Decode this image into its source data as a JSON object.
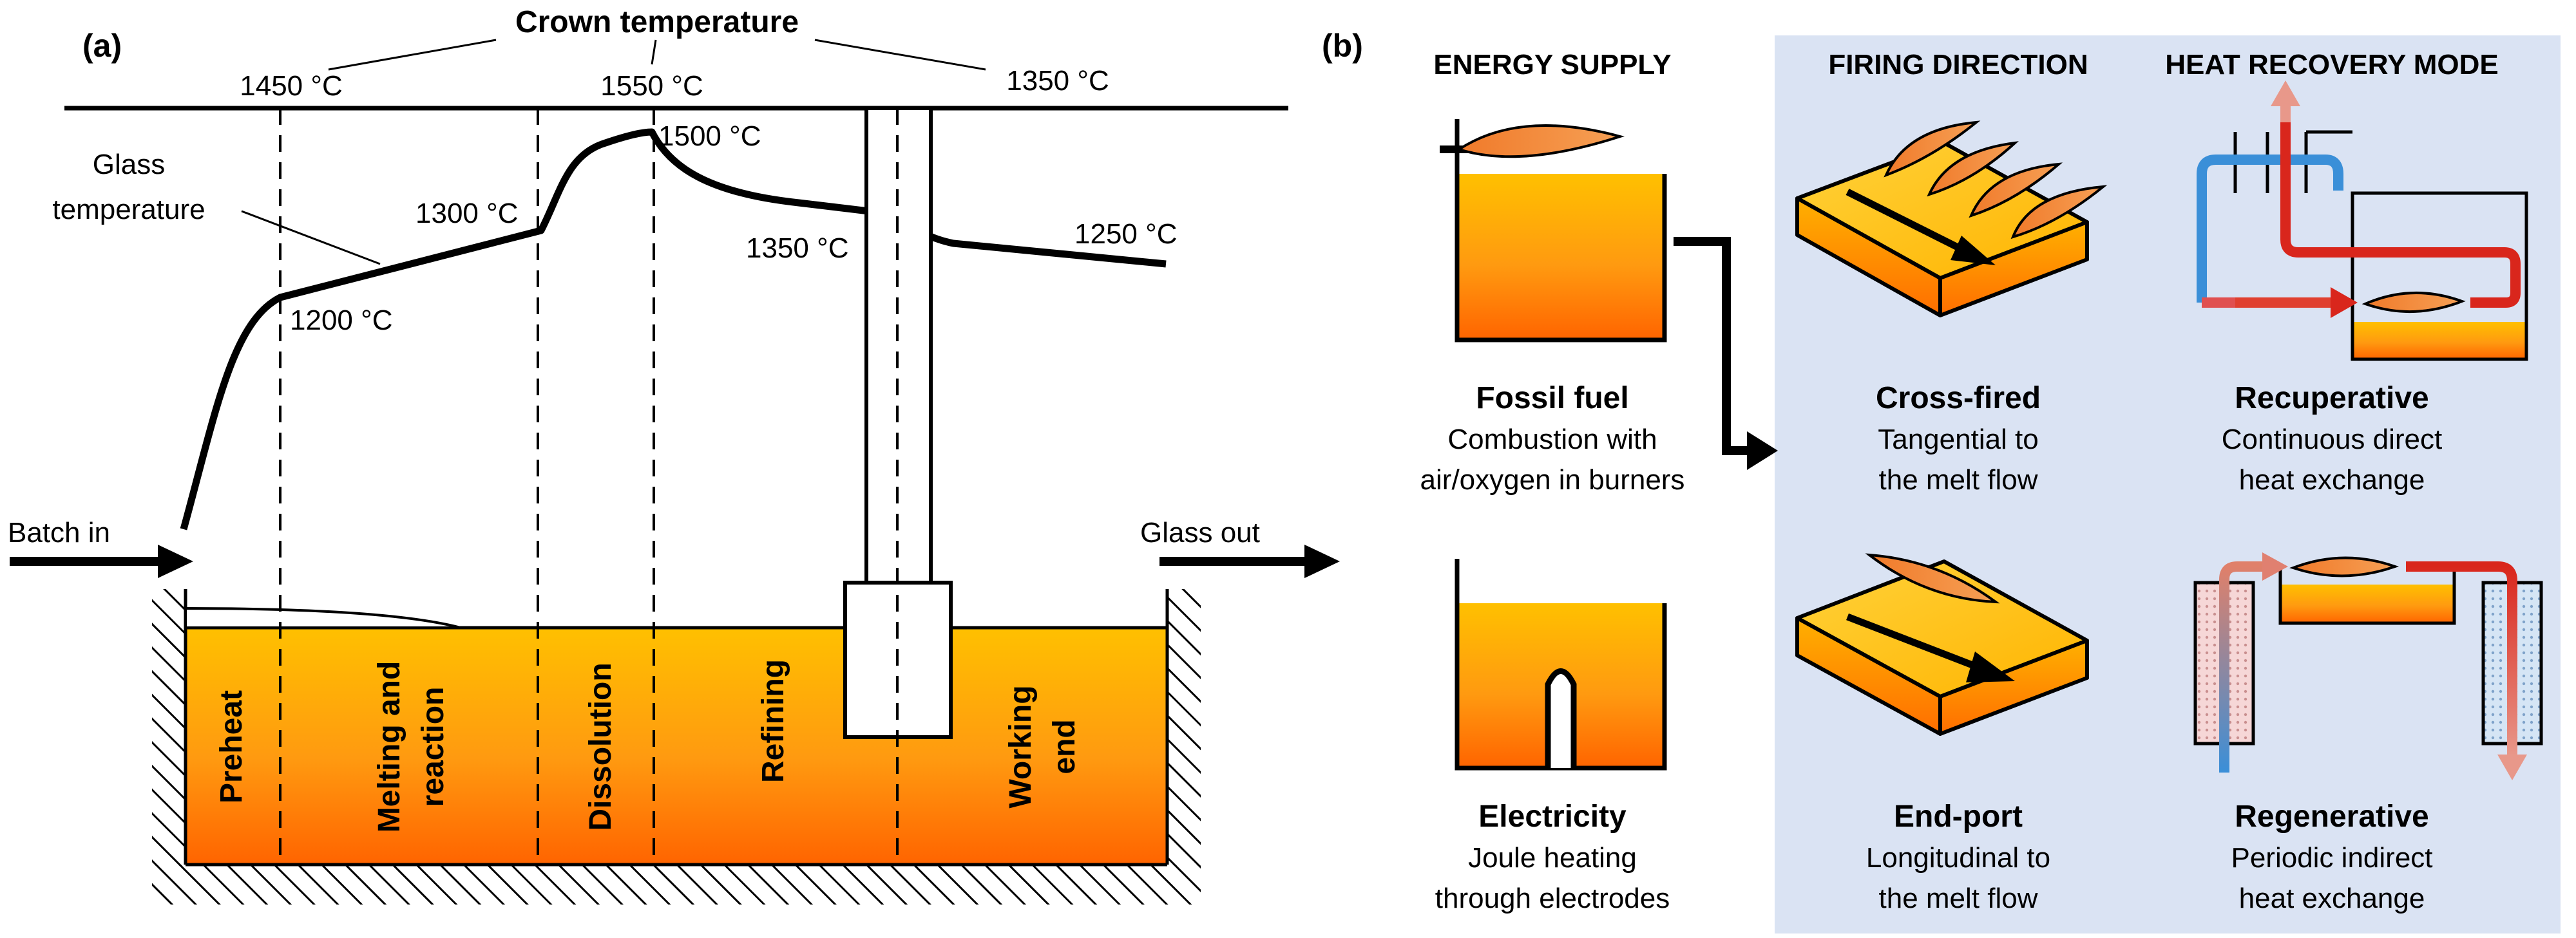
{
  "panel_a": {
    "label": "(a)",
    "crown_title": "Crown temperature",
    "crown_temps": [
      "1450 °C",
      "1550 °C",
      "1350 °C"
    ],
    "glass_label_line1": "Glass",
    "glass_label_line2": "temperature",
    "glass_temps": [
      "1200 °C",
      "1300 °C",
      "1500 °C",
      "1350 °C",
      "1250 °C"
    ],
    "batch_in": "Batch in",
    "glass_out": "Glass out",
    "zones": [
      {
        "line1": "Preheat",
        "line2": ""
      },
      {
        "line1": "Melting and",
        "line2": "reaction"
      },
      {
        "line1": "Dissolution",
        "line2": ""
      },
      {
        "line1": "Refining",
        "line2": ""
      },
      {
        "line1": "Working",
        "line2": "end"
      }
    ]
  },
  "panel_b": {
    "label": "(b)",
    "headers": {
      "energy": "ENERGY SUPPLY",
      "firing": "FIRING DIRECTION",
      "recovery": "HEAT RECOVERY MODE"
    },
    "fossil": {
      "title": "Fossil fuel",
      "line1": "Combustion with",
      "line2": "air/oxygen in burners"
    },
    "electricity": {
      "title": "Electricity",
      "line1": "Joule heating",
      "line2": "through electrodes"
    },
    "cross": {
      "title": "Cross-fired",
      "line1": "Tangential to",
      "line2": "the melt flow"
    },
    "endport": {
      "title": "End-port",
      "line1": "Longitudinal to",
      "line2": "the melt flow"
    },
    "recup": {
      "title": "Recuperative",
      "line1": "Continuous direct",
      "line2": "heat exchange"
    },
    "regen": {
      "title": "Regenerative",
      "line1": "Periodic indirect",
      "line2": "heat exchange"
    }
  },
  "colors": {
    "melt_top": "#ffc000",
    "melt_bottom": "#ff6a00",
    "flame": "#f28a3c",
    "panel_bg": "#dae3f3",
    "hot_red": "#d9261c",
    "cold_blue": "#3a8fd8"
  }
}
